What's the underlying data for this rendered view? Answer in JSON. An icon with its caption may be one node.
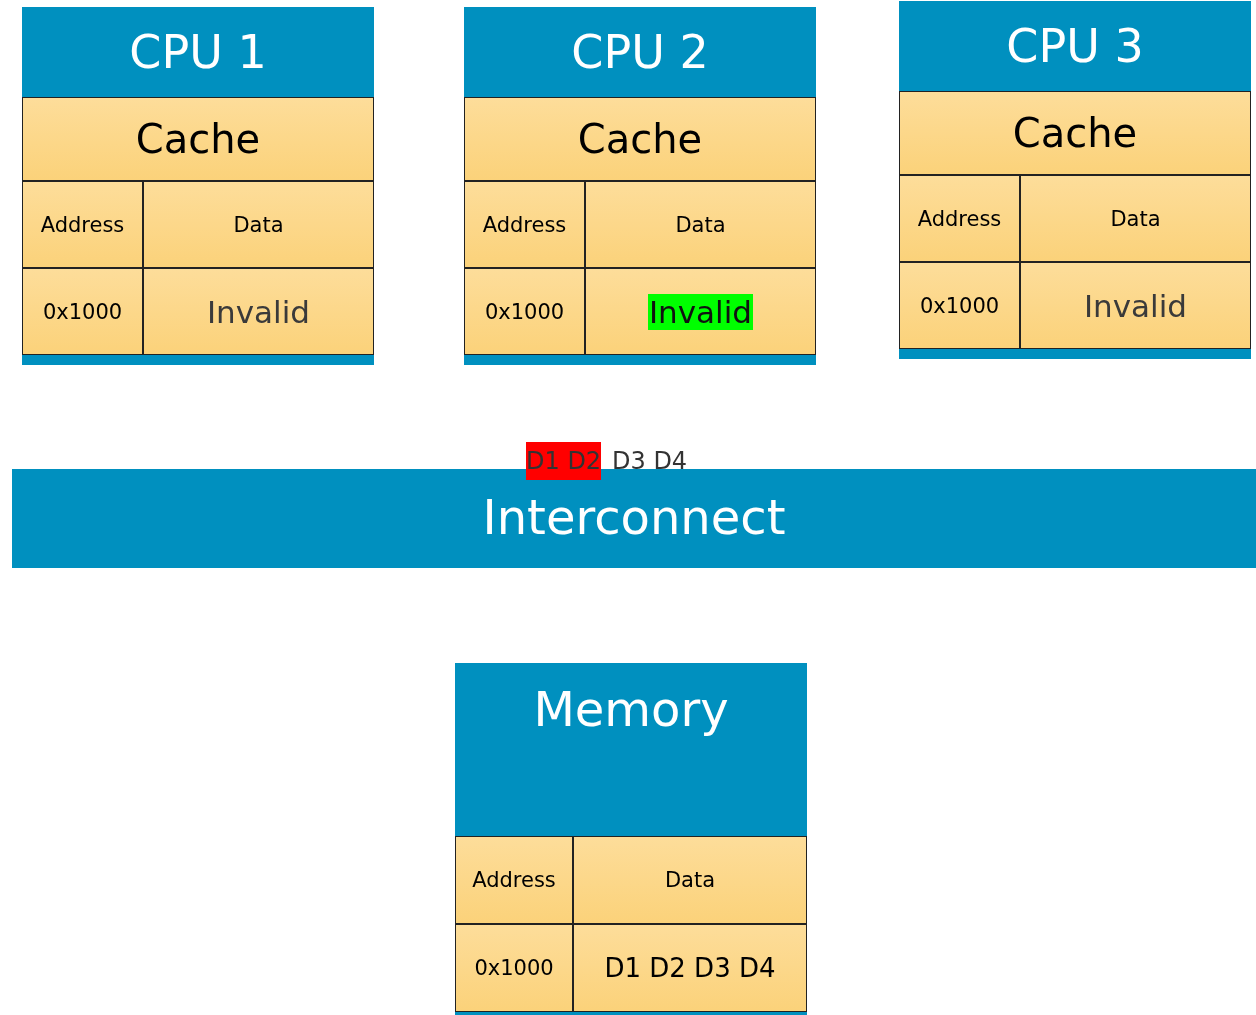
{
  "diagram": {
    "nodes": [
      {
        "text": [
          "CPU 1"
        ]
      },
      {
        "text": [
          "Cache"
        ],
        "in": 0
      },
      {
        "text": [
          "Address"
        ],
        "in": 0
      },
      {
        "text": [
          "Data"
        ],
        "in": 0
      },
      {
        "text": [
          "0x1000"
        ],
        "in": 0
      },
      {
        "text": [
          "Invalid"
        ],
        "in": 0
      },
      {
        "text": [
          "CPU 2"
        ]
      },
      {
        "text": [
          "Cache"
        ],
        "in": 6
      },
      {
        "text": [
          "Address"
        ],
        "in": 6
      },
      {
        "text": [
          "Data"
        ],
        "in": 6
      },
      {
        "text": [
          "0x1000"
        ],
        "in": 6
      },
      {
        "text": [
          "Invalid"
        ],
        "in": 6
      },
      {
        "text": [
          "CPU 3"
        ]
      },
      {
        "text": [
          "Cache"
        ],
        "in": 12
      },
      {
        "text": [
          "Address"
        ],
        "in": 12
      },
      {
        "text": [
          "Data"
        ],
        "in": 12
      },
      {
        "text": [
          "0x1000"
        ],
        "in": 12
      },
      {
        "text": [
          "Invalid"
        ],
        "in": 12
      },
      {
        "text": [
          "Interconnect"
        ]
      },
      {
        "text": [
          "Memory"
        ]
      },
      {
        "text": [
          "Address"
        ],
        "in": 19
      },
      {
        "text": [
          "Data"
        ],
        "in": 19
      },
      {
        "text": [
          "0x1000"
        ],
        "in": 19
      },
      {
        "text": [
          "D1 D2 D3 D4"
        ],
        "in": 19
      }
    ],
    "labels": [
      "D1 D2",
      "D3 D4"
    ]
  }
}
